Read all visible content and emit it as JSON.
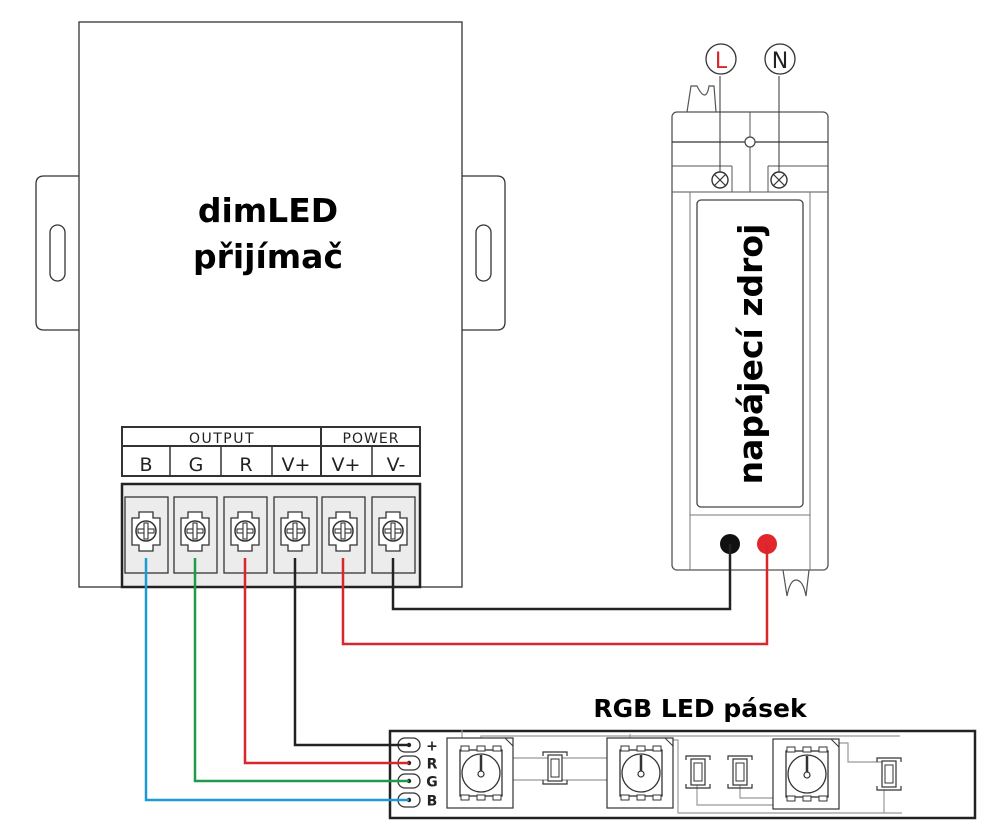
{
  "receiver": {
    "title_line1": "dimLED",
    "title_line2": "přijímač",
    "header_output": "OUTPUT",
    "header_power": "POWER",
    "terminals": [
      {
        "label": "B",
        "wire_color": "#1a9ad6"
      },
      {
        "label": "G",
        "wire_color": "#1f9a4a"
      },
      {
        "label": "R",
        "wire_color": "#d9262b"
      },
      {
        "label": "V+",
        "wire_color": "#222222"
      },
      {
        "label": "V+",
        "wire_color": "#d9262b"
      },
      {
        "label": "V-",
        "wire_color": "#222222"
      }
    ]
  },
  "power_supply": {
    "label": "napájecí zdroj",
    "input_l": "L",
    "input_n": "N",
    "l_color": "#d9262b",
    "n_color": "#222222",
    "out_neg_color": "#111111",
    "out_pos_color": "#e3262b"
  },
  "led_strip": {
    "title": "RGB LED pásek",
    "pads": [
      "+",
      "R",
      "G",
      "B"
    ]
  }
}
